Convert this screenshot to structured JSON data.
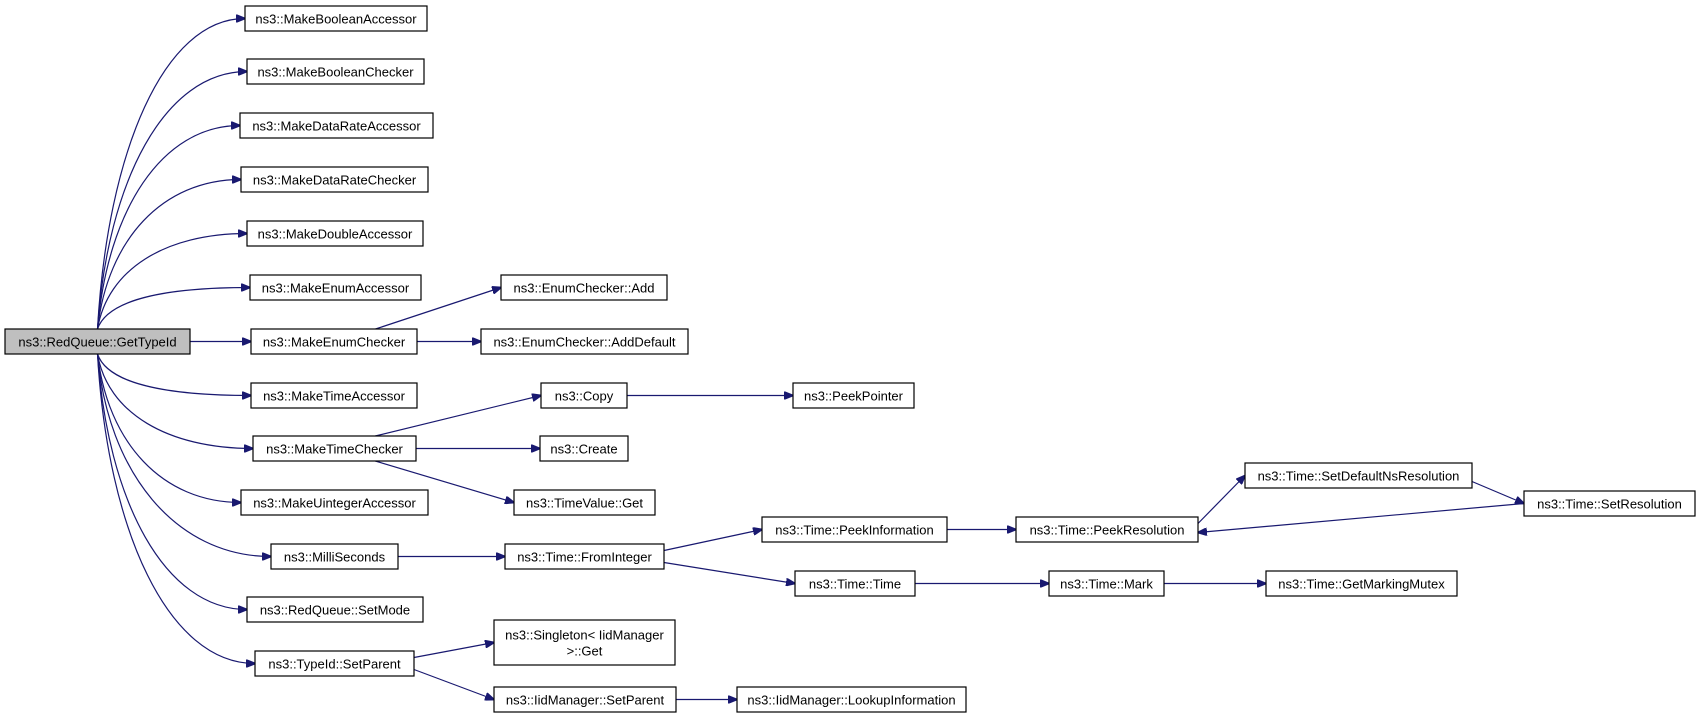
{
  "graph": {
    "nodes": [
      {
        "id": "getTypeId",
        "label": [
          "ns3::RedQueue::GetTypeId"
        ],
        "root": true
      },
      {
        "id": "boolAcc",
        "label": [
          "ns3::MakeBooleanAccessor"
        ]
      },
      {
        "id": "boolChk",
        "label": [
          "ns3::MakeBooleanChecker"
        ]
      },
      {
        "id": "drAcc",
        "label": [
          "ns3::MakeDataRateAccessor"
        ]
      },
      {
        "id": "drChk",
        "label": [
          "ns3::MakeDataRateChecker"
        ]
      },
      {
        "id": "dblAcc",
        "label": [
          "ns3::MakeDoubleAccessor"
        ]
      },
      {
        "id": "enumAcc",
        "label": [
          "ns3::MakeEnumAccessor"
        ]
      },
      {
        "id": "enumChk",
        "label": [
          "ns3::MakeEnumChecker"
        ]
      },
      {
        "id": "timeAcc",
        "label": [
          "ns3::MakeTimeAccessor"
        ]
      },
      {
        "id": "timeChk",
        "label": [
          "ns3::MakeTimeChecker"
        ]
      },
      {
        "id": "uintAcc",
        "label": [
          "ns3::MakeUintegerAccessor"
        ]
      },
      {
        "id": "milli",
        "label": [
          "ns3::MilliSeconds"
        ]
      },
      {
        "id": "setMode",
        "label": [
          "ns3::RedQueue::SetMode"
        ]
      },
      {
        "id": "setParent",
        "label": [
          "ns3::TypeId::SetParent"
        ]
      },
      {
        "id": "ecAdd",
        "label": [
          "ns3::EnumChecker::Add"
        ]
      },
      {
        "id": "ecAddDef",
        "label": [
          "ns3::EnumChecker::AddDefault"
        ]
      },
      {
        "id": "copy",
        "label": [
          "ns3::Copy"
        ]
      },
      {
        "id": "create",
        "label": [
          "ns3::Create"
        ]
      },
      {
        "id": "tvGet",
        "label": [
          "ns3::TimeValue::Get"
        ]
      },
      {
        "id": "peekPtr",
        "label": [
          "ns3::PeekPointer"
        ]
      },
      {
        "id": "fromInt",
        "label": [
          "ns3::Time::FromInteger"
        ]
      },
      {
        "id": "peekInfo",
        "label": [
          "ns3::Time::PeekInformation"
        ]
      },
      {
        "id": "timeTime",
        "label": [
          "ns3::Time::Time"
        ]
      },
      {
        "id": "peekRes",
        "label": [
          "ns3::Time::PeekResolution"
        ]
      },
      {
        "id": "setDefNs",
        "label": [
          "ns3::Time::SetDefaultNsResolution"
        ]
      },
      {
        "id": "setRes",
        "label": [
          "ns3::Time::SetResolution"
        ]
      },
      {
        "id": "mark",
        "label": [
          "ns3::Time::Mark"
        ]
      },
      {
        "id": "mutex",
        "label": [
          "ns3::Time::GetMarkingMutex"
        ]
      },
      {
        "id": "singGet",
        "label": [
          "ns3::Singleton< IidManager",
          ">::Get"
        ]
      },
      {
        "id": "iidSetParent",
        "label": [
          "ns3::IidManager::SetParent"
        ]
      },
      {
        "id": "lookup",
        "label": [
          "ns3::IidManager::LookupInformation"
        ]
      }
    ],
    "edges": [
      [
        "getTypeId",
        "boolAcc"
      ],
      [
        "getTypeId",
        "boolChk"
      ],
      [
        "getTypeId",
        "drAcc"
      ],
      [
        "getTypeId",
        "drChk"
      ],
      [
        "getTypeId",
        "dblAcc"
      ],
      [
        "getTypeId",
        "enumAcc"
      ],
      [
        "getTypeId",
        "enumChk"
      ],
      [
        "getTypeId",
        "timeAcc"
      ],
      [
        "getTypeId",
        "timeChk"
      ],
      [
        "getTypeId",
        "uintAcc"
      ],
      [
        "getTypeId",
        "milli"
      ],
      [
        "getTypeId",
        "setMode"
      ],
      [
        "getTypeId",
        "setParent"
      ],
      [
        "enumChk",
        "ecAdd"
      ],
      [
        "enumChk",
        "ecAddDef"
      ],
      [
        "timeChk",
        "copy"
      ],
      [
        "timeChk",
        "create"
      ],
      [
        "timeChk",
        "tvGet"
      ],
      [
        "copy",
        "peekPtr"
      ],
      [
        "milli",
        "fromInt"
      ],
      [
        "fromInt",
        "peekInfo"
      ],
      [
        "fromInt",
        "timeTime"
      ],
      [
        "peekInfo",
        "peekRes"
      ],
      [
        "peekRes",
        "setDefNs"
      ],
      [
        "setDefNs",
        "setRes"
      ],
      [
        "setRes",
        "peekRes"
      ],
      [
        "timeTime",
        "mark"
      ],
      [
        "mark",
        "mutex"
      ],
      [
        "setParent",
        "singGet"
      ],
      [
        "setParent",
        "iidSetParent"
      ],
      [
        "iidSetParent",
        "lookup"
      ]
    ]
  }
}
